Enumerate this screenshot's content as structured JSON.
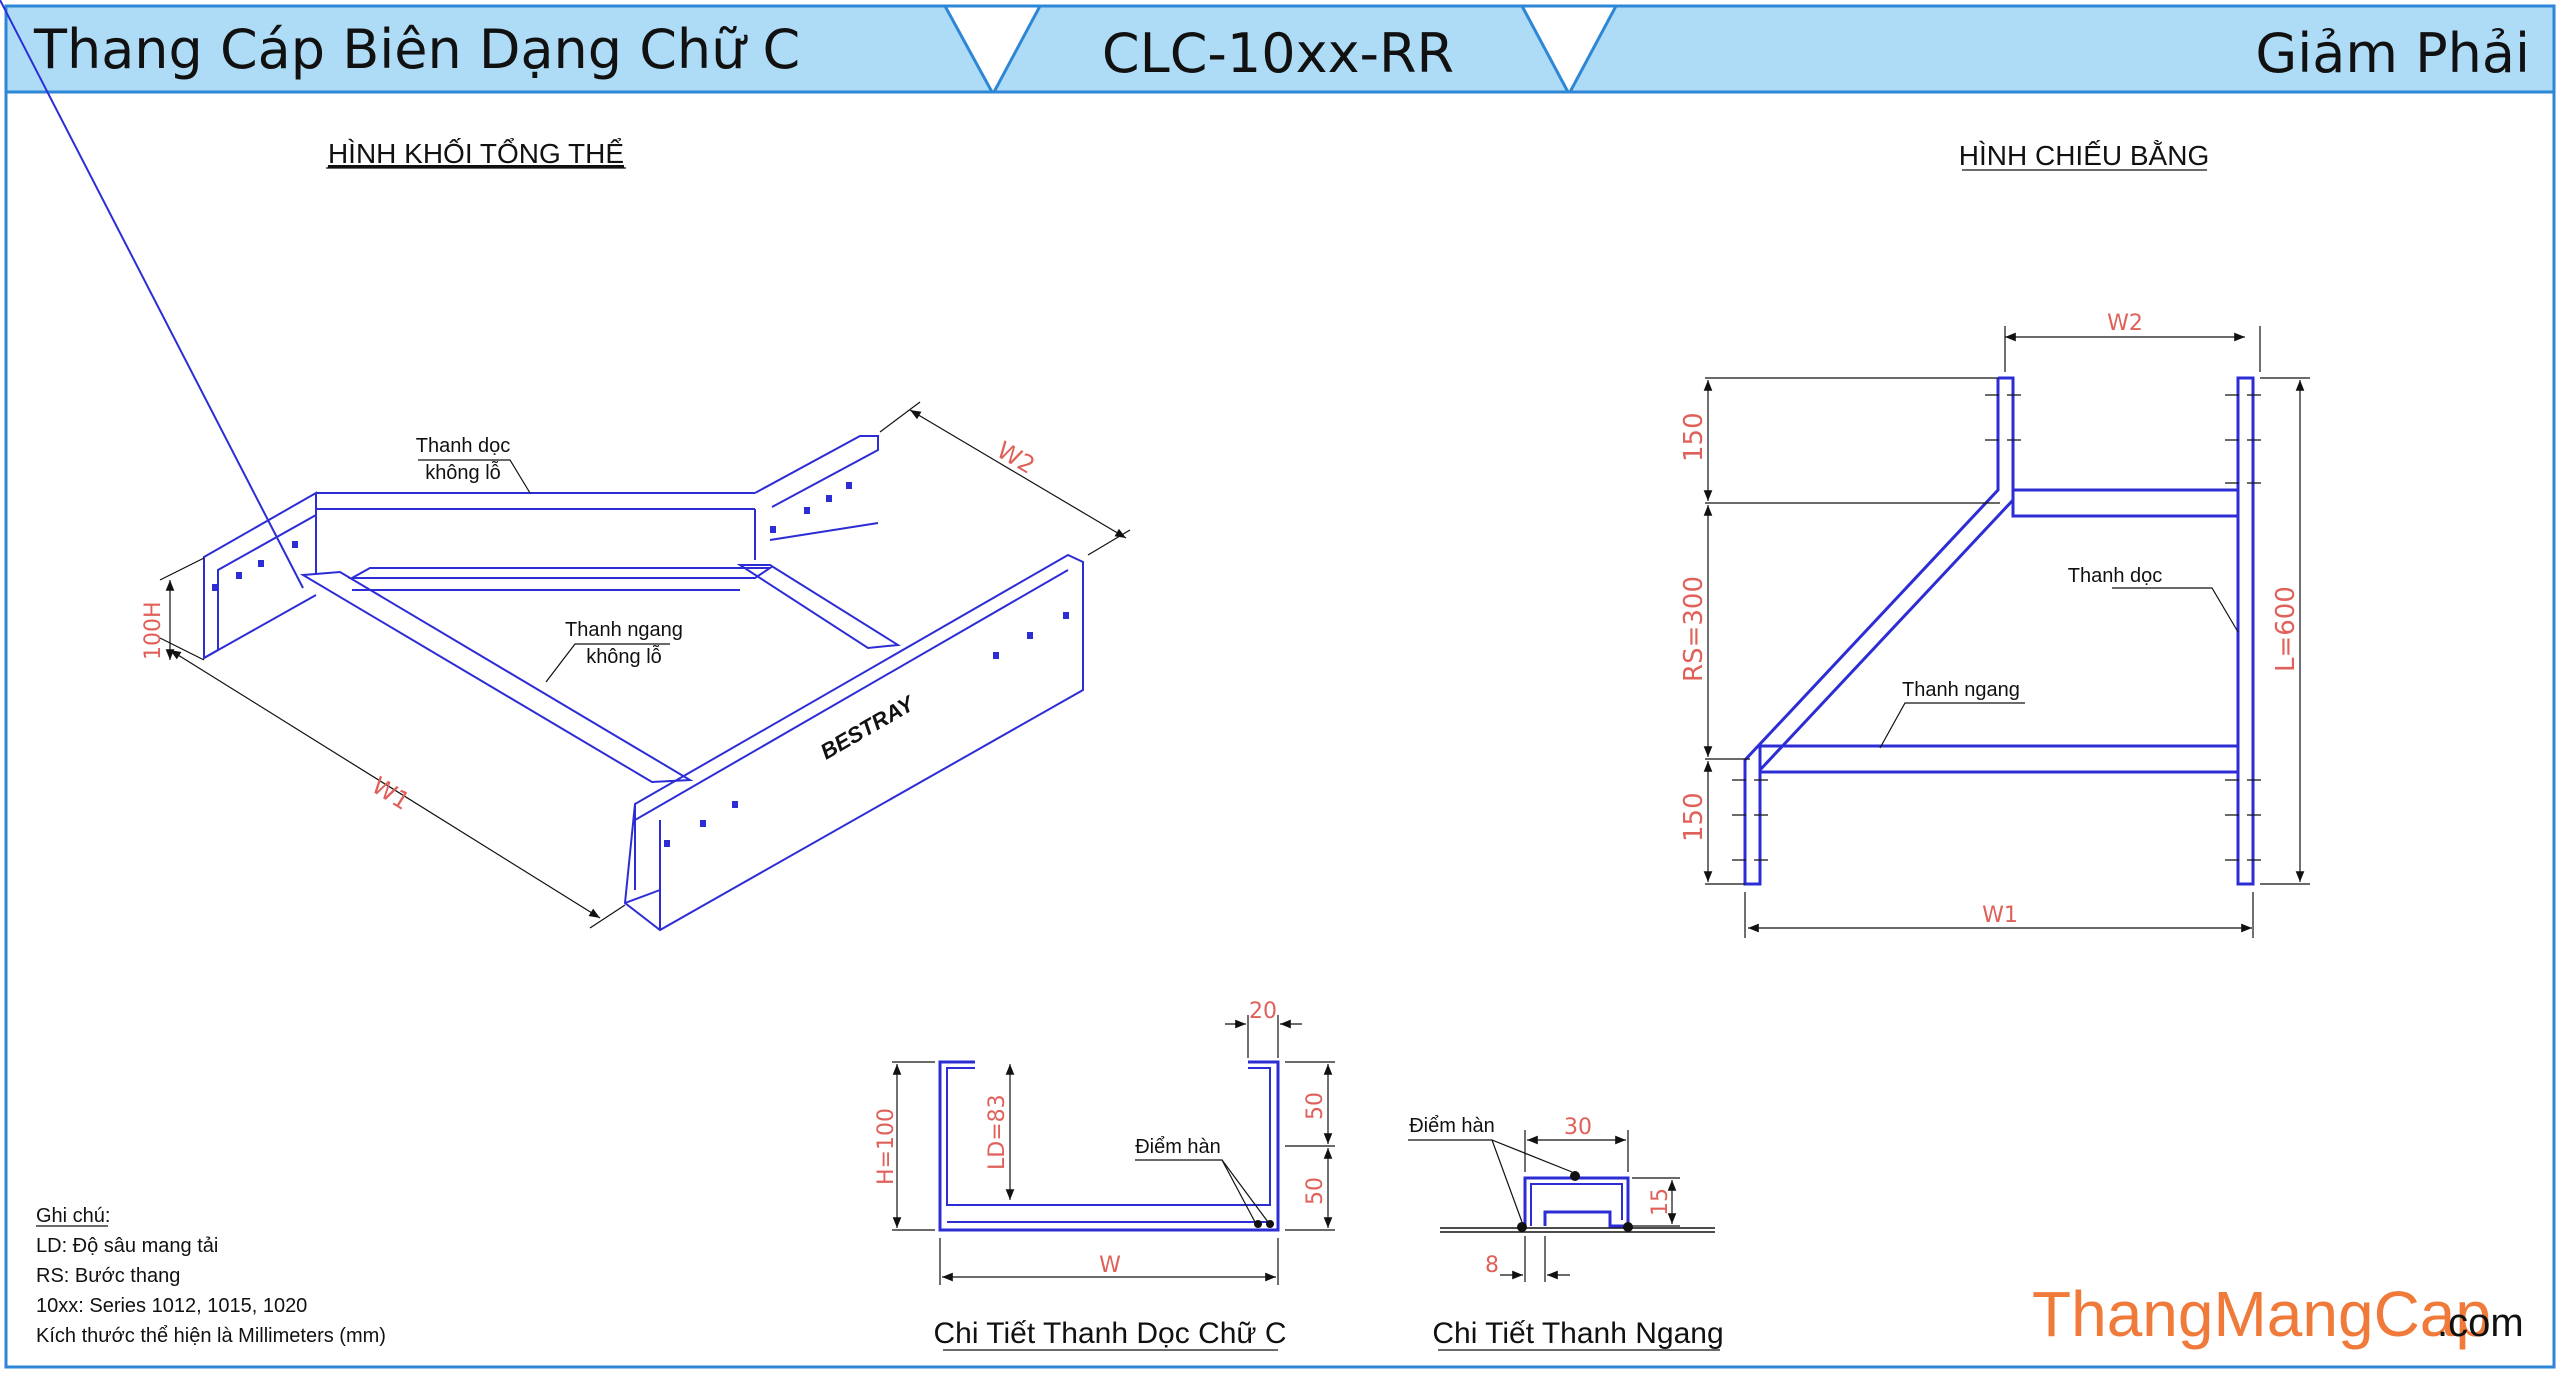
{
  "header": {
    "title": "Thang Cáp Biên Dạng Chữ C",
    "code": "CLC-10xx-RR",
    "variant": "Giảm Phải"
  },
  "views": {
    "iso_title": "HÌNH KHỐI TỔNG THỂ",
    "plan_title": "HÌNH CHIẾU BẰNG",
    "side_detail_title": "Chi Tiết Thanh Dọc Chữ C",
    "rung_detail_title": "Chi Tiết Thanh Ngang"
  },
  "iso_labels": {
    "side_rail_1": "Thanh dọc",
    "side_rail_2": "không lỗ",
    "rung_1": "Thanh ngang",
    "rung_2": "không lỗ",
    "brand": "BESTRAY",
    "dim_w1": "W1",
    "dim_w2": "W2",
    "dim_h": "100H"
  },
  "plan_labels": {
    "side_rail": "Thanh dọc",
    "rung": "Thanh ngang",
    "dim_w1": "W1",
    "dim_w2": "W2",
    "dim_top": "150",
    "dim_rs": "RS=300",
    "dim_bottom": "150",
    "dim_l": "L=600"
  },
  "side_detail": {
    "dim_h": "H=100",
    "dim_ld": "LD=83",
    "dim_top_flange": "20",
    "dim_upper": "50",
    "dim_lower": "50",
    "dim_w": "W",
    "weld": "Điểm hàn"
  },
  "rung_detail": {
    "weld": "Điểm hàn",
    "dim_width": "30",
    "dim_height": "15",
    "dim_foot": "8"
  },
  "notes": {
    "heading": "Ghi chú:",
    "line1": "LD: Độ sâu mang tải",
    "line2": "RS: Bước thang",
    "line3": "10xx: Series 1012, 1015, 1020",
    "line4": "Kích thước thể hiện là Millimeters (mm)"
  },
  "brand": {
    "name": "ThangMangCap",
    "tld": ".com",
    "color": "#f07a3a"
  },
  "colors": {
    "header_fill": "#aedcf7",
    "header_stroke": "#2e86d6",
    "frame": "#2e86d6",
    "line": "#2d2dd6",
    "dimension": "#e0605a"
  }
}
